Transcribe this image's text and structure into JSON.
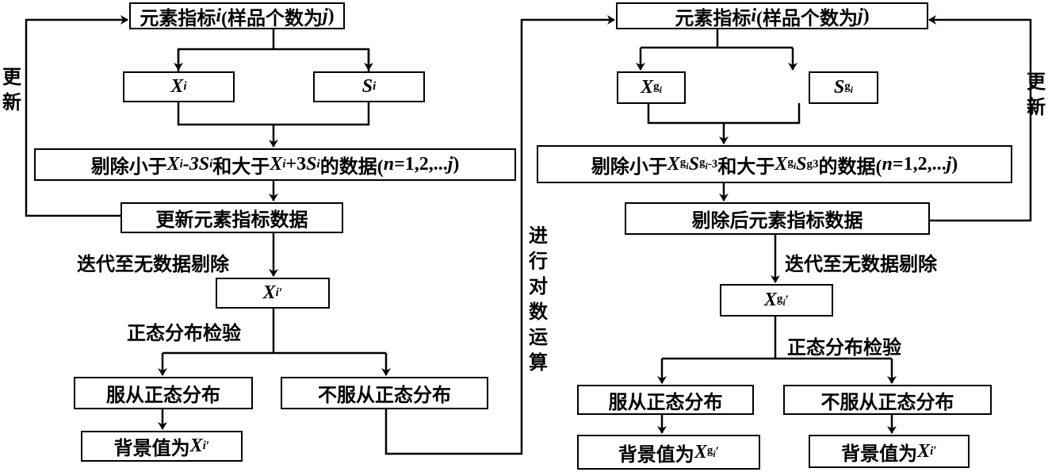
{
  "left": {
    "top_box": {
      "pre": "元素指标",
      "i": "i",
      "mid": "(样品个数为",
      "j": "j",
      "post": ")"
    },
    "mean_box": {
      "var": "X",
      "sub": "i"
    },
    "std_box": {
      "var": "S",
      "sub": "i"
    },
    "remove_box": {
      "pre": "剔除小于",
      "x1": "X",
      "s1": "i",
      "m1": "-3",
      "v2": "S",
      "s2": "i",
      "mid": "和大于",
      "x3": "X",
      "s3": "i",
      "m2": "+3",
      "v4": "S",
      "s4": "i",
      "post": "的数据(",
      "n": "n",
      "range": "=1,2,...",
      "j": "j",
      "close": ")"
    },
    "update_box": "更新元素指标数据",
    "update_loop_label": "更新",
    "iterate_label": "迭代至无数据剔除",
    "result_box": {
      "var": "X",
      "sub": "i",
      "prime": "′"
    },
    "test_label": "正态分布检验",
    "normal_box": "服从正态分布",
    "not_normal_box": "不服从正态分布",
    "background_box": {
      "pre": "背景值为",
      "var": "X",
      "sub": "i",
      "prime": "′"
    }
  },
  "log_transform_label": "进行对数运算",
  "right": {
    "top_box": {
      "pre": "元素指标",
      "i": "i",
      "mid": "(样品个数为",
      "j": "j",
      "post": ")"
    },
    "mean_box": {
      "var": "X",
      "sub": "g",
      "subsub": "i"
    },
    "std_box": {
      "var": "S",
      "sub": "g",
      "subsub": "i"
    },
    "remove_box": {
      "pre": "剔除小于",
      "x1": "X",
      "g1": "g",
      "i1": "i",
      "v2": "S",
      "g2": "g",
      "i2": "i",
      "e1": "-3",
      "mid": "和大于",
      "x3": "X",
      "g3": "g",
      "i3": "i",
      "v4": "S",
      "g4": "g",
      "e2": "3",
      "post": "的数据(",
      "n": "n",
      "range": "=1,2,...",
      "j": "j",
      "close": ")"
    },
    "update_box": "剔除后元素指标数据",
    "update_loop_label": "更新",
    "iterate_label": "迭代至无数据剔除",
    "result_box": {
      "var": "X",
      "sub": "g",
      "subsub": "i",
      "prime": "′"
    },
    "test_label": "正态分布检验",
    "normal_box": "服从正态分布",
    "not_normal_box": "不服从正态分布",
    "background_normal_box": {
      "pre": "背景值为",
      "var": "X",
      "sub": "g",
      "subsub": "i",
      "prime": "′"
    },
    "background_not_normal_box": {
      "pre": "背景值为",
      "var": "X",
      "sub": "i",
      "prime": "′"
    }
  }
}
